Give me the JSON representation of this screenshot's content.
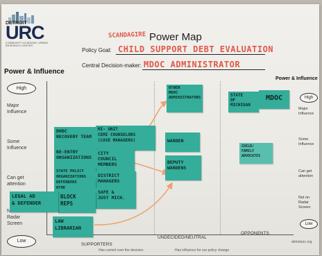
{
  "header": {
    "logo_city": "DETROIT",
    "logo_main": "URC",
    "logo_sub": "COMMUNITY ACADEMIC URBAN RESEARCH CENTER",
    "hand_title": "SCANDAGIRE",
    "title": "Power Map",
    "goal_label": "Policy Goal:",
    "goal_value": "CHILD SUPPORT DEBT EVALUATION",
    "maker_label": "Central Decision-maker:",
    "maker_value": "MDOC ADMINISTRATOR"
  },
  "axes": {
    "left_title": "Power & Influence",
    "right_title": "Power & Influence",
    "left_levels": [
      "High",
      "Major\nInfluence",
      "Some\nInfluence",
      "Can get\nattention",
      "Not on\nRadar\nScreen",
      "Low"
    ],
    "right_levels": [
      "High",
      "Major\nInfluence",
      "Some\nInfluence",
      "Can get\nattention",
      "Not on\nRadar\nScreen",
      "Low"
    ],
    "bottom": [
      "SUPPORTERS",
      "UNDECIDED/NEUTRAL",
      "OPPONENTS"
    ],
    "footnote_left": "Has control over the decision",
    "footnote_right": "Has influence for our policy change",
    "footer_url": "detroiturc.org"
  },
  "notes": {
    "other_admin": "OTHER\nMDOC\nADMINISTRATORS",
    "state_mi": "STATE\nOF\nMICHIGAN",
    "mdoc": "MDOC",
    "warden": "WARDEN",
    "deputy": "DEPUTY\nWARDENS",
    "child_family": "CHILD/\nFAMILY\nADVOCATES",
    "dhdc": "DHDC\nRECOVERY TEAM",
    "mi_cemi": "MI-    UNIT\nCEMI  COUNSELORS\n          (CASE MANAGERS)",
    "reentry": "RE-ENTRY\nORGANIZATIONS",
    "city_council": "CITY\nCOUNCIL\nMEMBERS",
    "state_orgs": "STATE POLICY\nORGANIZATIONS",
    "district_mgr": "DISTRICT\nMANAGERS",
    "defenders": "DEFENDERS\nHTHE",
    "safe_streets": "SAFE &\nJUST MICH.",
    "block_reps": "BLOCK\nREPS",
    "legal_aid": "LEGAL AD\n& DEFENDER",
    "law_librarian": "LAW\nLIBRARIAN"
  }
}
